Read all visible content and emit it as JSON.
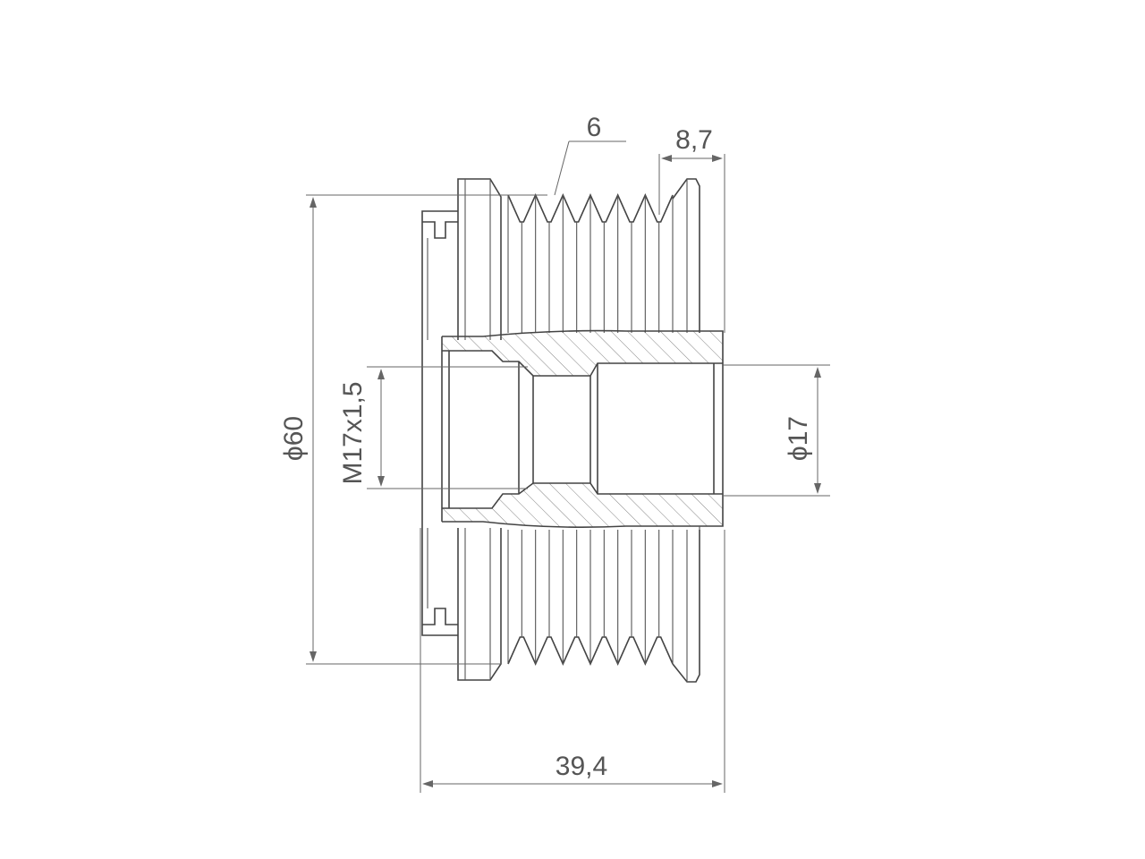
{
  "drawing": {
    "dimensions": {
      "groove_count": "6",
      "flange_width": "8,7",
      "outer_diameter": "ϕ60",
      "thread": "M17x1,5",
      "bore_diameter": "ϕ17",
      "overall_length": "39,4"
    },
    "groove_count_value": 6,
    "colors": {
      "line": "#444444",
      "dimension": "#666666",
      "text": "#555555"
    }
  }
}
